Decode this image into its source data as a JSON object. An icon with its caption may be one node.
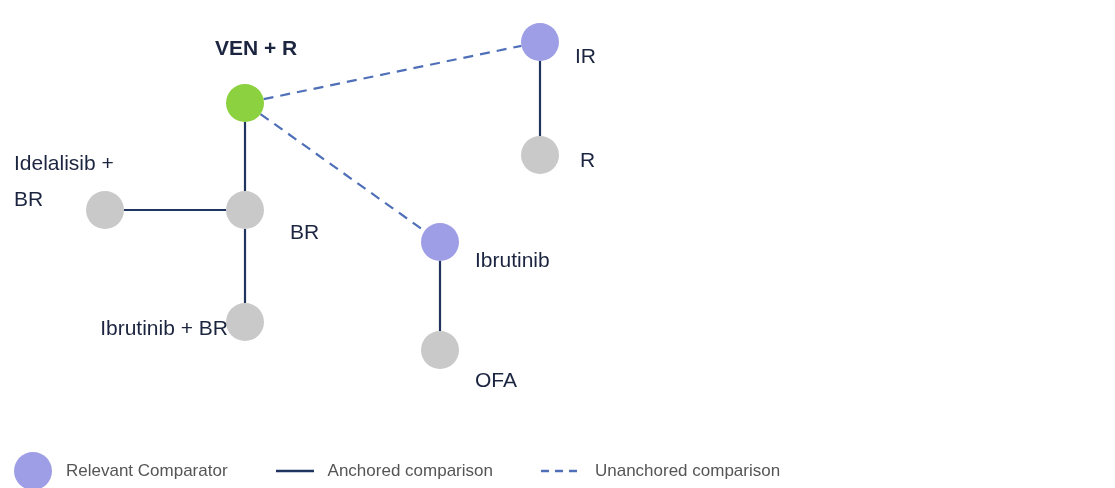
{
  "diagram": {
    "nodes": [
      {
        "text": [],
        "shape": "circle",
        "beside": [
          "VEN + R"
        ]
      },
      {
        "text": [],
        "shape": "circle",
        "beside": [
          "IR"
        ]
      },
      {
        "text": [],
        "shape": "circle",
        "beside": [
          "R"
        ]
      },
      {
        "text": [],
        "shape": "circle",
        "beside": [
          "Idelalisib + BR"
        ]
      },
      {
        "text": [],
        "shape": "circle",
        "beside": [
          "BR"
        ]
      },
      {
        "text": [],
        "shape": "circle",
        "beside": [
          "Ibrutinib"
        ]
      },
      {
        "text": [],
        "shape": "circle",
        "beside": [
          "Ibrutinib + BR"
        ]
      },
      {
        "text": [],
        "shape": "circle",
        "beside": [
          "OFA"
        ]
      }
    ],
    "edges": [
      {
        "from": 0,
        "to": 1,
        "arrow": "none",
        "style": "dashed",
        "color": "#4f70b8"
      },
      {
        "from": 0,
        "to": 5,
        "arrow": "none",
        "style": "dashed",
        "color": "#4f70b8"
      },
      {
        "from": 0,
        "to": 4,
        "arrow": "none"
      },
      {
        "from": 1,
        "to": 2,
        "arrow": "none"
      },
      {
        "from": 3,
        "to": 4,
        "arrow": "none"
      },
      {
        "from": 4,
        "to": 6,
        "arrow": "none"
      },
      {
        "from": 5,
        "to": 7,
        "arrow": "none"
      }
    ],
    "legend": [
      {
        "text": "Relevant Comparator",
        "color": "#9e9ee6"
      },
      {
        "text": "Anchored comparison"
      },
      {
        "text": "Unanchored comparison"
      }
    ]
  }
}
